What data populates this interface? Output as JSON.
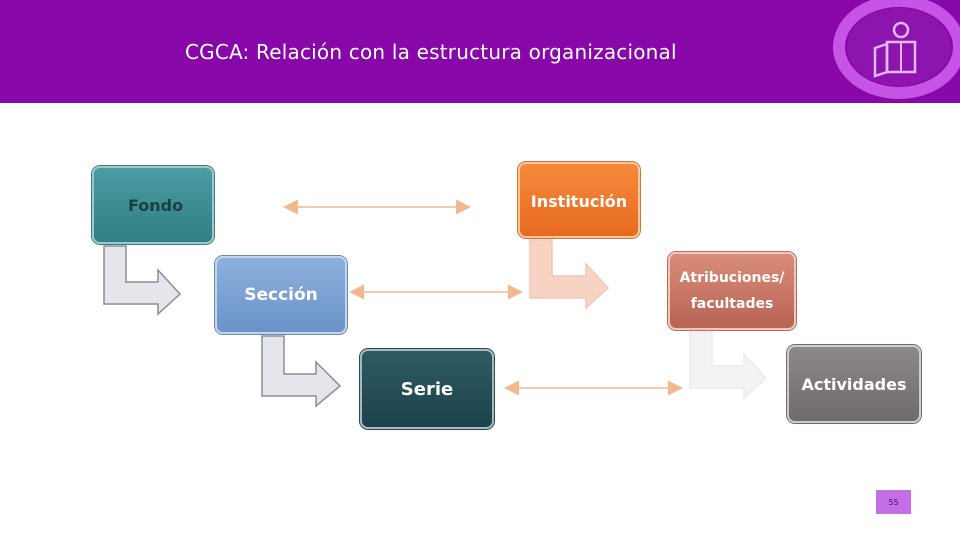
{
  "header": {
    "title": "CGCA: Relación con la estructura organizacional"
  },
  "diagram": {
    "left_column": [
      {
        "label": "Fondo"
      },
      {
        "label": "Sección"
      },
      {
        "label": "Serie"
      }
    ],
    "right_column": [
      {
        "label": "Institución"
      },
      {
        "label": "Atribuciones/\nfacultades"
      },
      {
        "label": "Actividades"
      }
    ]
  },
  "footer": {
    "page_number": "55"
  },
  "colors": {
    "header_bg": "#8707a8",
    "logo_ring": "#c654e6",
    "fondo": "#3a8e94",
    "seccion": "#7ba2d4",
    "serie": "#244d56",
    "institucion": "#f07a2e",
    "atribuciones": "#c97666",
    "actividades": "#7d7879",
    "connector": "#f2b98e"
  }
}
